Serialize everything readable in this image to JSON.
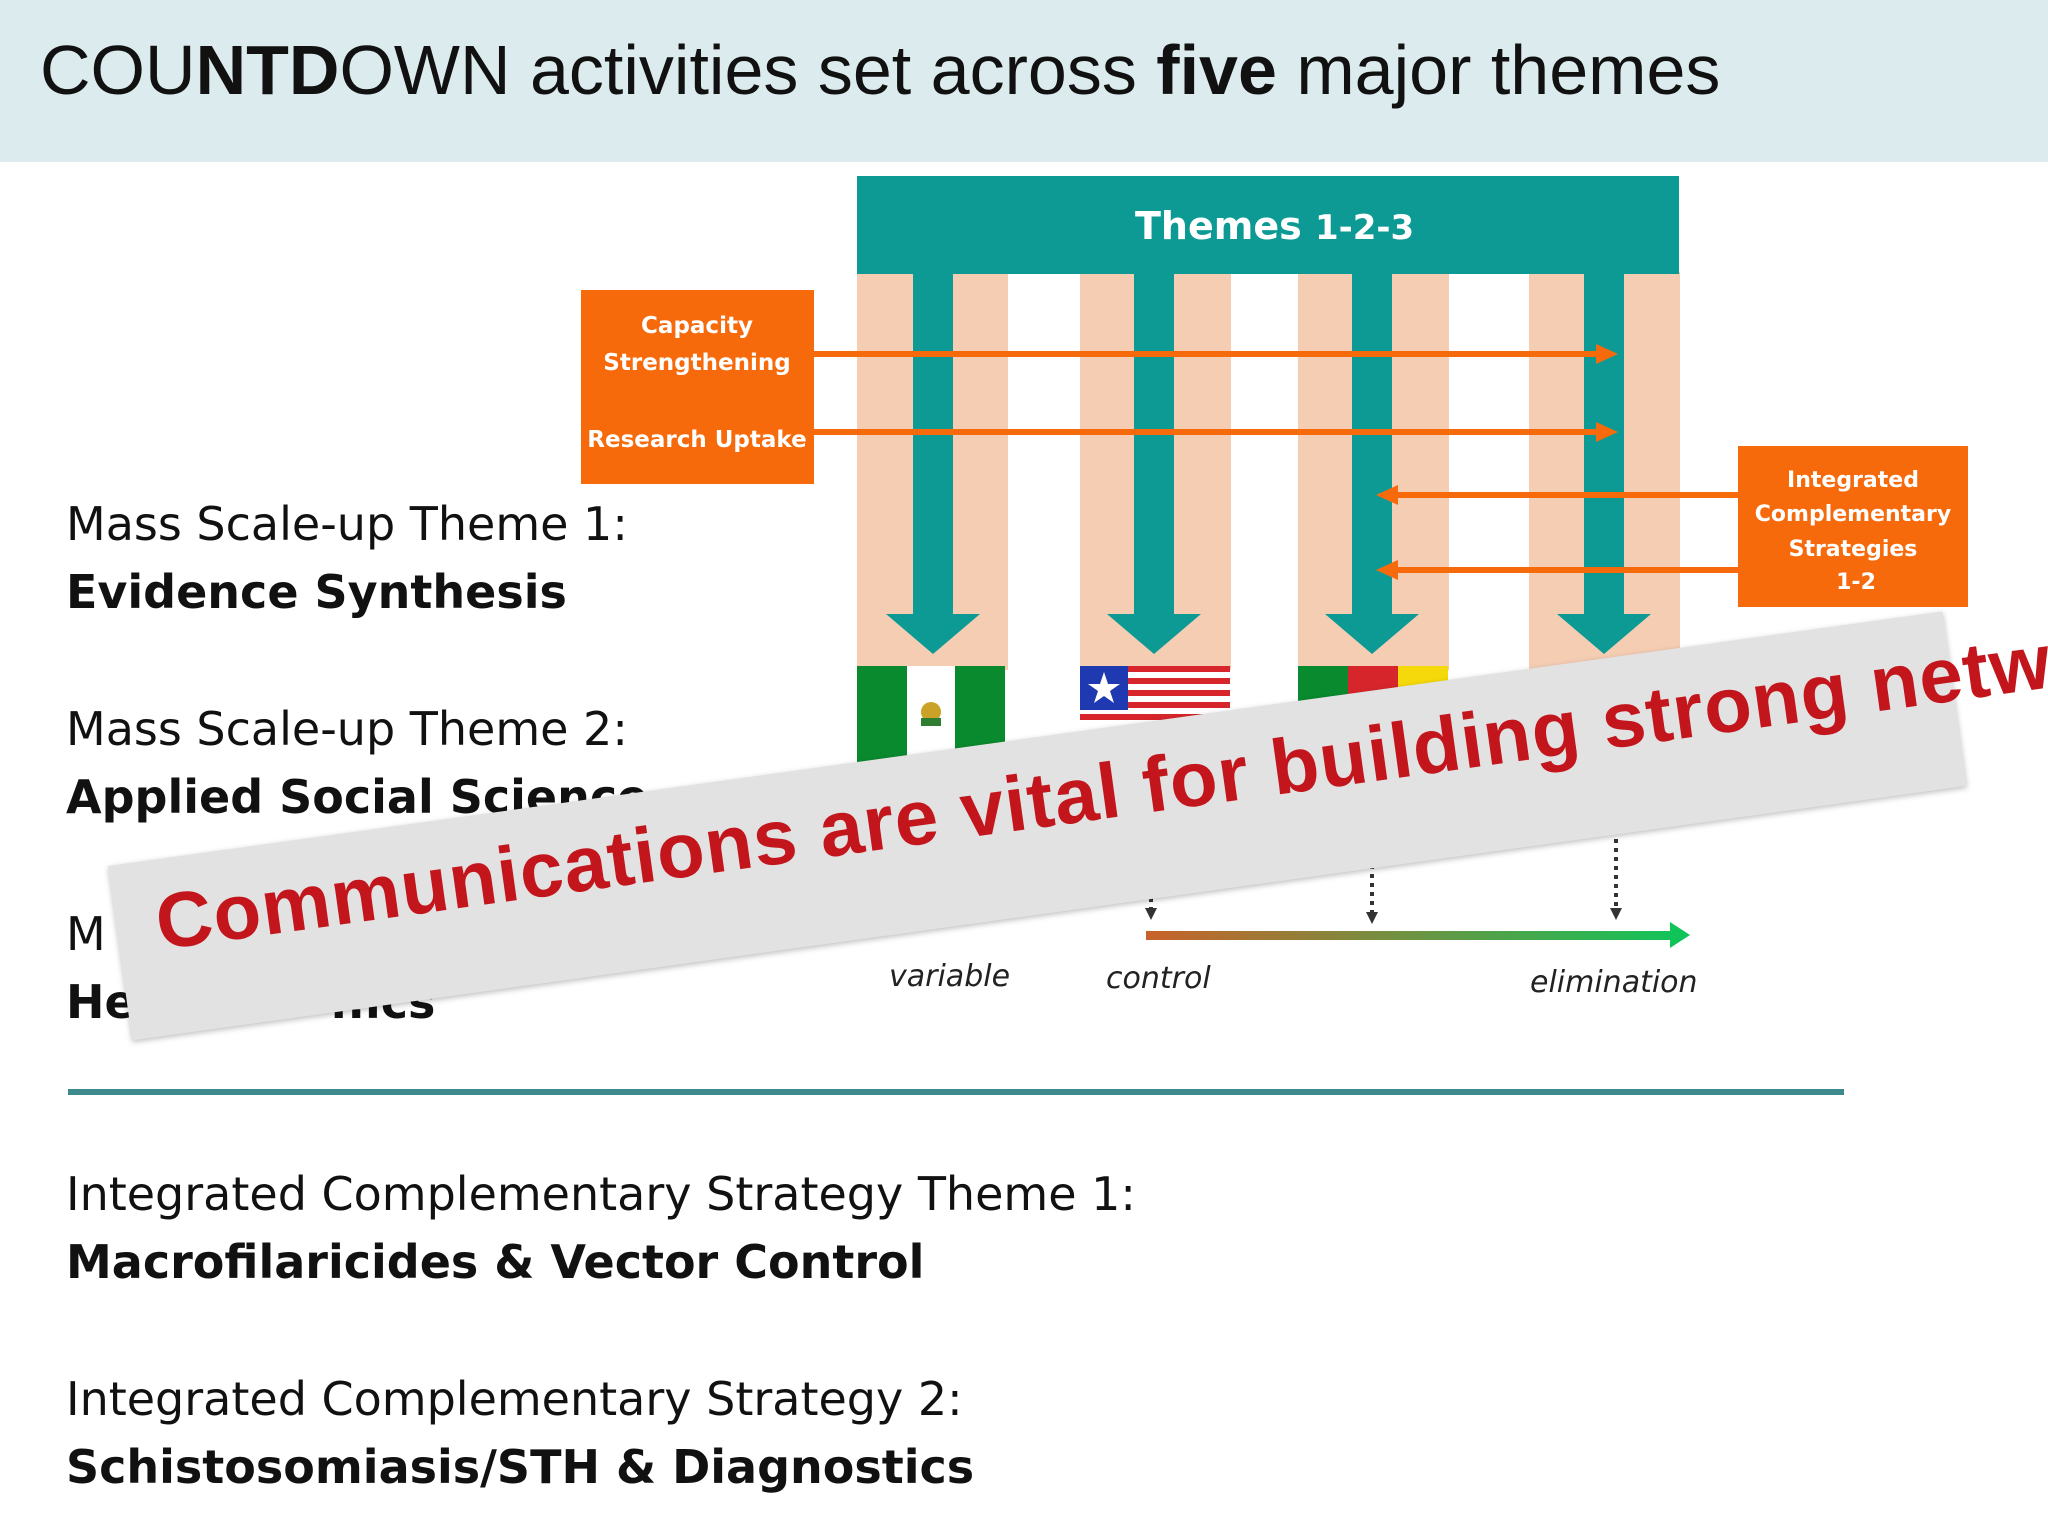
{
  "slide": {
    "title_parts": [
      {
        "text": "COU",
        "bold": false
      },
      {
        "text": "NTD",
        "bold": true
      },
      {
        "text": "OWN activities set across ",
        "bold": false
      },
      {
        "text": "five",
        "bold": true
      },
      {
        "text": " major themes",
        "bold": false
      }
    ],
    "themes": [
      {
        "label": "Mass Scale-up Theme 1:",
        "name": "Evidence Synthesis"
      },
      {
        "label": "Mass Scale-up Theme 2:",
        "name": "Applied Social Science"
      },
      {
        "label": "M",
        "name": "He"
      },
      {
        "label": "Integrated Complementary Strategy Theme 1:",
        "name": "Macrofilaricides & Vector Control"
      },
      {
        "label": "Integrated Complementary Strategy 2:",
        "name": "Schistosomiasis/STH & Diagnostics"
      }
    ],
    "theme3_tail": "..ics"
  },
  "diagram": {
    "header_label": "Themes",
    "header_number": "1-2-3",
    "left_box": {
      "line1": "Capacity",
      "line2": "Strengthening",
      "line3": "Research Uptake"
    },
    "right_box": {
      "line1": "Integrated",
      "line2": "Complementary",
      "line3": "Strategies",
      "line4": "1-2"
    },
    "scale_labels": [
      "variable",
      "control",
      "elimination"
    ],
    "colors": {
      "teal": "#0e9a94",
      "peach": "#f5cdb3",
      "orange": "#f76a0c",
      "white_text": "#ffffff",
      "gradient_start": "#c9622a",
      "gradient_end": "#11c45a"
    },
    "flags": [
      "nigeria-flag",
      "liberia-flag",
      "cameroon-flag"
    ]
  },
  "banner": {
    "text": "Communications are vital for building strong networks",
    "text_color": "#c3161c"
  }
}
